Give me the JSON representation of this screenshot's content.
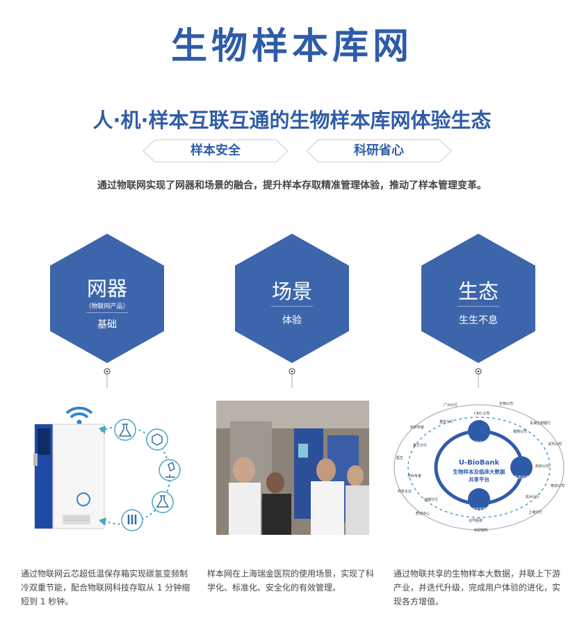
{
  "title": "生物样本库网",
  "subtitle": "人·机·样本互联互通的生物样本库网体验生态",
  "tags": [
    "样本安全",
    "科研省心"
  ],
  "intro": "通过物联网实现了网器和场景的融合，提升样本存取精准管理体验，推动了样本管理变革。",
  "hexes": [
    {
      "title": "网器",
      "sub": "（物联网产品）",
      "desc": "基础"
    },
    {
      "title": "场景",
      "sub": "",
      "desc": "体验"
    },
    {
      "title": "生态",
      "sub": "",
      "desc": "生生不息"
    }
  ],
  "descriptions": [
    "通过物联网云芯超低温保存箱实现碳氢变频制冷双重节能，配合物联网科技存取从 1 分钟缩短到 1 秒钟。",
    "样本网在上海瑞金医院的使用场景，实现了科学化、标准化、安全化的有效管理。",
    "通过物联共享的生物样本大数据，并联上下游产业，并迭代升级，完成用户体验的进化，实现各方增值。"
  ],
  "ecosystem": {
    "center_en": "U-BioBank",
    "center_lines": [
      "生物样本及临床大数据",
      "共享平台"
    ],
    "inner_badges": [
      "样本应用",
      "生态伙伴",
      "样本资源"
    ],
    "outer_labels": [
      "广州分行",
      "生物公司",
      "CRO 公司",
      "重庆分行",
      "青海生物银行",
      "科研学者",
      "植物公司",
      "试剂公司",
      "某方分行",
      "药材公司",
      "医生",
      "物流公司",
      "学科专家",
      "杭州分行",
      "商务企业",
      "上海分行",
      "成都分行",
      "质控中心",
      "合作医院",
      "科研院所"
    ]
  },
  "colors": {
    "brand": "#2f5ca8",
    "hex": "#3d65ac",
    "freezer_blue": "#1f4aa6"
  },
  "icons": [
    "wifi-icon",
    "flask-icon",
    "molecule-icon",
    "microscope-icon",
    "beaker-icon",
    "test-tubes-icon"
  ]
}
